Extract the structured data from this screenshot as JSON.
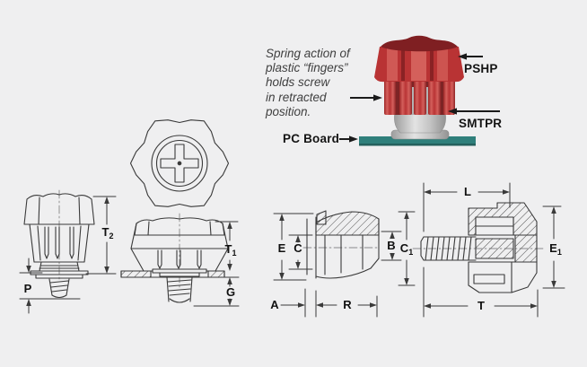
{
  "illustration": {
    "caption": "Spring action of\nplastic “fingers”\nholds screw\nin retracted\nposition.",
    "labels": {
      "pshp": "PSHP",
      "smtpr": "SMTPR",
      "pc_board": "PC Board"
    },
    "colors": {
      "knob_red": "#b93334",
      "knob_dark_red": "#7f1f22",
      "base_grey": "#c3c3c3",
      "board_teal": "#2f7f7b"
    }
  },
  "dims": {
    "t2": {
      "base": "T",
      "sub": "2"
    },
    "p": {
      "base": "P"
    },
    "t1": {
      "base": "T",
      "sub": "1"
    },
    "g": {
      "base": "G"
    },
    "e": {
      "base": "E"
    },
    "c": {
      "base": "C"
    },
    "b": {
      "base": "B"
    },
    "c1": {
      "base": "C",
      "sub": "1"
    },
    "a": {
      "base": "A"
    },
    "r": {
      "base": "R"
    },
    "l": {
      "base": "L"
    },
    "t": {
      "base": "T"
    },
    "e1": {
      "base": "E",
      "sub": "1"
    }
  }
}
